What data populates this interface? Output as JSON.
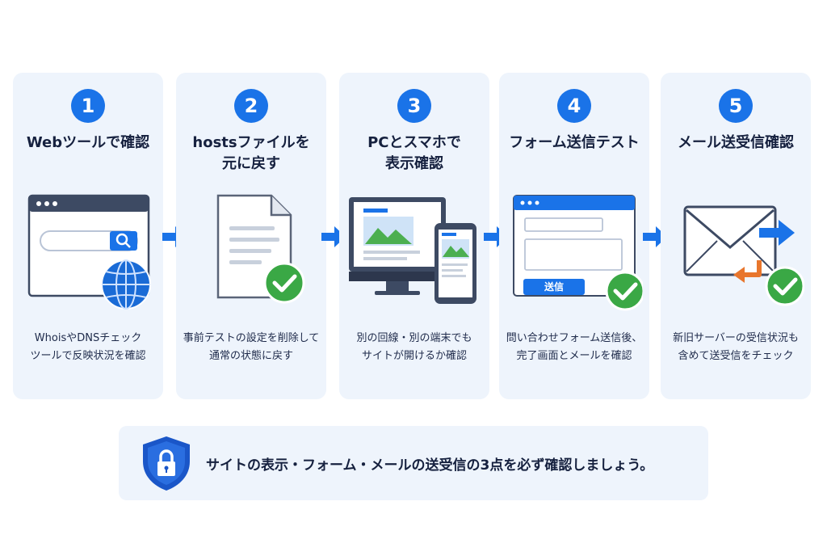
{
  "steps": [
    {
      "number": "1",
      "title": "Webツールで確認",
      "desc": "WhoisやDNSチェック\nツールで反映状況を確認"
    },
    {
      "number": "2",
      "title": "hostsファイルを\n元に戻す",
      "desc": "事前テストの設定を削除して\n通常の状態に戻す"
    },
    {
      "number": "3",
      "title": "PCとスマホで\n表示確認",
      "desc": "別の回線・別の端末でも\nサイトが開けるか確認"
    },
    {
      "number": "4",
      "title": "フォーム送信テスト",
      "desc": "問い合わせフォーム送信後、\n完了画面とメールを確認",
      "form_button": "送信"
    },
    {
      "number": "5",
      "title": "メール送受信確認",
      "desc": "新旧サーバーの受信状況も\n含めて送受信をチェック"
    }
  ],
  "summary": {
    "text": "サイトの表示・フォーム・メールの送受信の3点を必ず確認しましょう。"
  },
  "colors": {
    "accent": "#1a73e8",
    "card_bg": "#eef4fc",
    "check": "#3aa845",
    "return_arrow": "#e8762d"
  },
  "icons": [
    "browser-search-icon",
    "globe-icon",
    "document-icon",
    "check-icon",
    "monitor-icon",
    "smartphone-icon",
    "form-window-icon",
    "envelope-icon",
    "send-arrow-icon",
    "receive-arrow-icon",
    "shield-lock-icon",
    "right-arrow-icon"
  ]
}
